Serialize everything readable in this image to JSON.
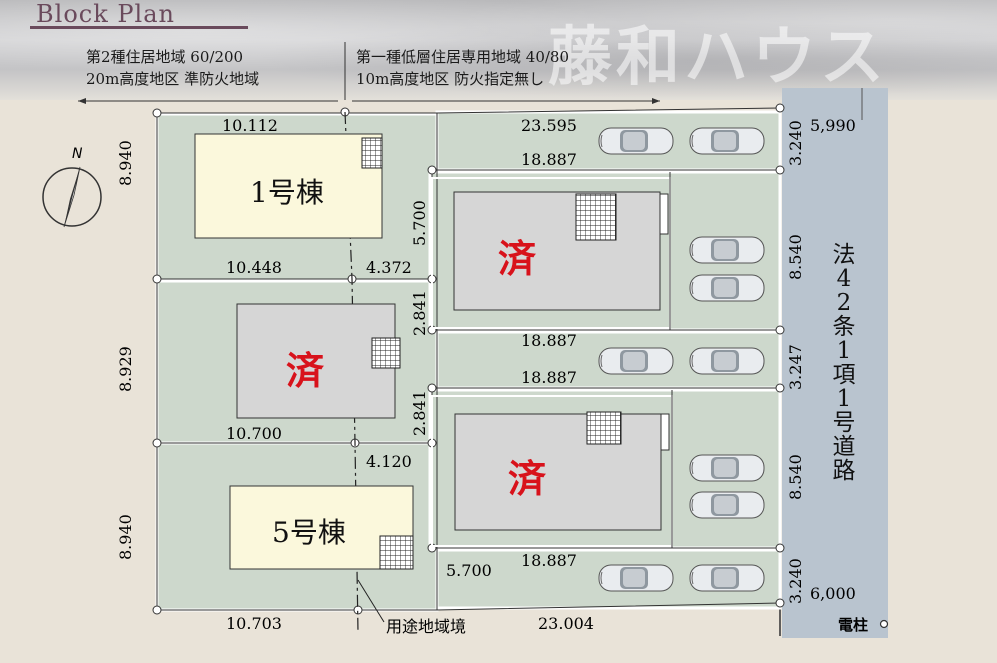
{
  "header": {
    "title": "Block Plan",
    "brand": "藤和ハウス",
    "zone_left": [
      "第2種住居地域 60/200",
      "20m高度地区 準防火地域"
    ],
    "zone_right": [
      "第一種低層住居専用地域 40/80",
      "10m高度地区 防火指定無し"
    ]
  },
  "compass": {
    "label": "N"
  },
  "road": {
    "label": "法42条1項1号道路",
    "chars": [
      "法",
      "4",
      "2",
      "条",
      "1",
      "項",
      "1",
      "号",
      "道",
      "路"
    ],
    "width_top": "5,990",
    "width_bottom": "6,000"
  },
  "utility_pole": "電柱",
  "boundary_label": "用途地域境",
  "lots": [
    {
      "id": "lot1",
      "label": "1号棟",
      "status": "available"
    },
    {
      "id": "lot2",
      "label": "済",
      "status": "sold"
    },
    {
      "id": "lot3",
      "label": "済",
      "status": "sold"
    },
    {
      "id": "lot4",
      "label": "済",
      "status": "sold"
    },
    {
      "id": "lot5",
      "label": "5号棟",
      "status": "available"
    }
  ],
  "dimensions": {
    "top_left": "10.112",
    "top_right": "23.595",
    "r1_inner": "18.887",
    "r2_left": "10.448",
    "r2_mid": "4.372",
    "lot3_depth": "5.700",
    "gap1": "2.841",
    "mid_top": "18.887",
    "mid_bottom": "18.887",
    "gap2": "2.841",
    "r3_left": "10.700",
    "r3_mid": "4.120",
    "lot4_bottom": "18.887",
    "lot4_depth": "5.700",
    "bottom_left": "10.703",
    "bottom_right": "23.004",
    "left_1": "8.940",
    "left_2": "8.929",
    "left_3": "8.940",
    "right_1": "3.240",
    "right_2": "8.540",
    "right_3": "3.247",
    "right_4": "8.540",
    "right_5": "3.240"
  },
  "colors": {
    "lot_fill": "#cdd8cc",
    "house_available": "#fbf8dc",
    "house_sold": "#d6d6d6",
    "sold_text": "#d8121b",
    "road": "#b9c4cf"
  }
}
